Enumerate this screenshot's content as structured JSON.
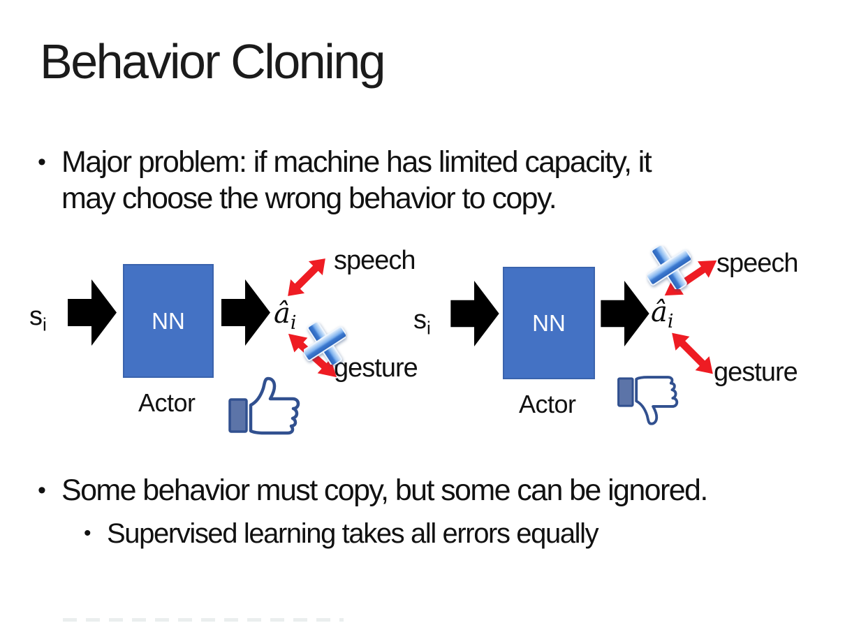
{
  "slide": {
    "title": "Behavior Cloning",
    "bullet_char": "•",
    "bullets": {
      "major_problem_line1": "Major problem: if machine has limited capacity, it",
      "major_problem_line2": "may choose the wrong behavior to copy.",
      "some_behavior": "Some behavior must copy, but some can be ignored.",
      "supervised": "Supervised learning takes all errors equally"
    }
  },
  "diagrams": {
    "left": {
      "input": "s",
      "input_sub": "i",
      "nn": "NN",
      "actor": "Actor",
      "output": "â",
      "output_sub": "i",
      "speech": "speech",
      "gesture": "gesture",
      "crossed_out": "gesture",
      "feedback_icon": "thumbs-up"
    },
    "right": {
      "input": "s",
      "input_sub": "i",
      "nn": "NN",
      "actor": "Actor",
      "output": "â",
      "output_sub": "i",
      "speech": "speech",
      "gesture": "gesture",
      "crossed_out": "speech",
      "feedback_icon": "thumbs-down"
    }
  },
  "icons": {
    "block_arrow": "block-arrow-icon",
    "red_double_arrow": "red-double-arrow-icon",
    "cross": "cross-icon",
    "thumbs_up": "thumbs-up-icon",
    "thumbs_down": "thumbs-down-icon"
  },
  "colors": {
    "nn_box": "#4472C4",
    "nn_box_border": "#3A63AD",
    "block_arrow": "#000000",
    "red_arrow": "#EE1C23",
    "cross_light": "#E8F3FD",
    "cross_mid": "#7FB2EE",
    "cross_dark": "#2A62B8",
    "thumb_outline": "#31508F",
    "thumb_cuff": "#5C74A8",
    "text": "#111111"
  }
}
